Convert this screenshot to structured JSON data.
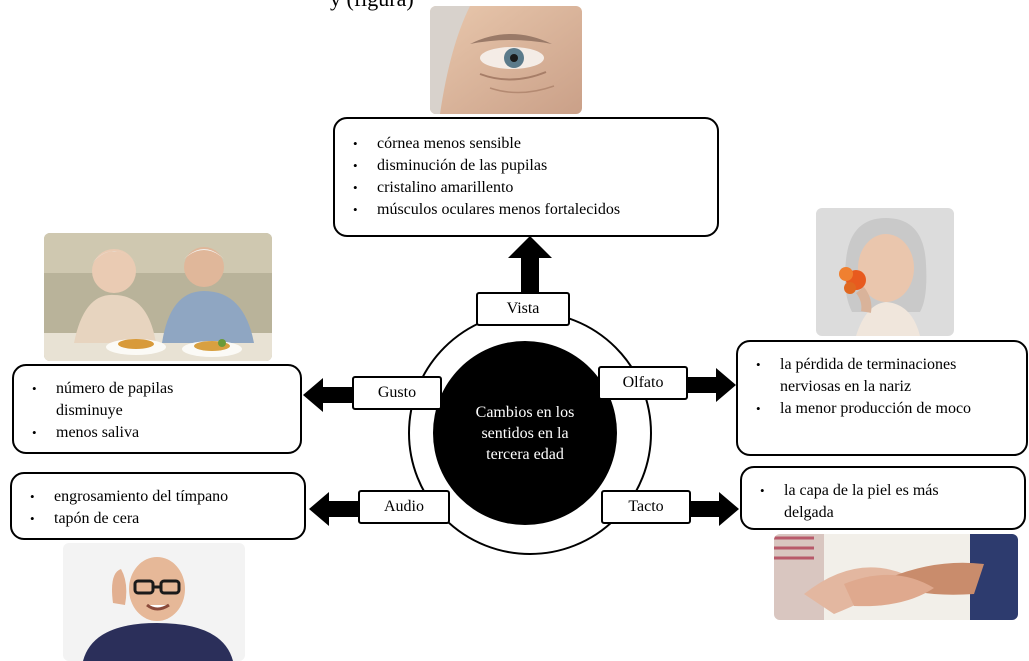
{
  "header": {
    "text": "y  (figura)"
  },
  "center": {
    "title": "Cambios en los sentidos en la tercera edad"
  },
  "senses": {
    "vista": {
      "label": "Vista",
      "items": [
        "córnea menos sensible",
        "disminución de las pupilas",
        "cristalino amarillento",
        "músculos oculares menos fortalecidos"
      ]
    },
    "gusto": {
      "label": "Gusto",
      "items": [
        "número de papilas disminuye",
        "menos saliva"
      ]
    },
    "olfato": {
      "label": "Olfato",
      "items": [
        "la pérdida de terminaciones nerviosas en la nariz",
        "la menor producción de moco"
      ]
    },
    "audio": {
      "label": "Audio",
      "items": [
        "engrosamiento del tímpano",
        "tapón de cera"
      ]
    },
    "tacto": {
      "label": "Tacto",
      "items": [
        "la capa de la piel es más delgada"
      ]
    }
  }
}
